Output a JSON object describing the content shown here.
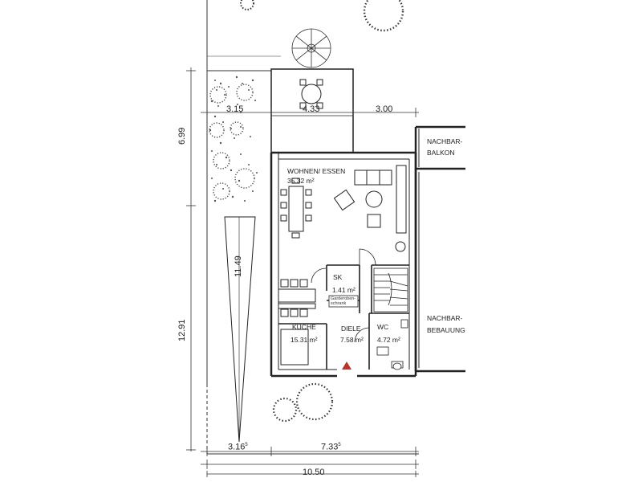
{
  "dimensions": {
    "top_left_width": "3.15",
    "terrace_width": "4.33",
    "top_right_width": "3.00",
    "garden_depth": "6.99",
    "house_depth": "11.49",
    "lot_depth": "12.91",
    "bottom_left_width": "3.16",
    "bottom_left_sup": "5",
    "bottom_house_width": "7.33",
    "bottom_house_sup": "5",
    "total_width": "10.50"
  },
  "rooms": {
    "living": {
      "name": "WOHNEN/ ESSEN",
      "area": "35.32 m²"
    },
    "storage": {
      "name": "SK",
      "area": "1.41 m²"
    },
    "wardrobe": {
      "name": "Garderoben-schrank"
    },
    "kitchen": {
      "name": "KÜCHE",
      "area": "15.31 m²"
    },
    "hall": {
      "name": "DIELE",
      "area": "7.58 m²"
    },
    "wc": {
      "name": "WC",
      "area": "4.72 m²"
    }
  },
  "neighbors": {
    "balcony": {
      "line1": "NACHBAR-",
      "line2": "BALKON"
    },
    "building": {
      "line1": "NACHBAR-",
      "line2": "BEBAUUNG"
    }
  },
  "colors": {
    "line": "#222222",
    "hedge": "#555555",
    "entrance_marker": "#c0302a"
  }
}
